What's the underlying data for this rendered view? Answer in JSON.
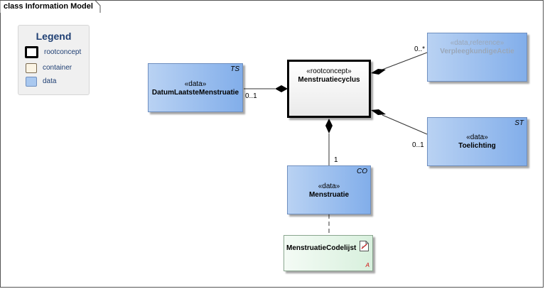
{
  "frame": {
    "title": "class Information Model"
  },
  "legend": {
    "title": "Legend",
    "items": [
      {
        "label": "rootconcept",
        "color": "#ffffff",
        "border": "#000000"
      },
      {
        "label": "container",
        "color": "#fbf4e4",
        "border": "#7a6a50"
      },
      {
        "label": "data",
        "color": "#a9c8ef",
        "border": "#6f8fbf"
      }
    ]
  },
  "classes": {
    "root": {
      "stereotype": "«rootconcept»",
      "name": "Menstruatiecyclus"
    },
    "datum": {
      "tag": "TS",
      "stereotype": "«data»",
      "name": "DatumLaatsteMenstruatie"
    },
    "verpleeg": {
      "stereotype": "«data,reference»",
      "name": "VerpleegkundigeActie"
    },
    "toelichting": {
      "tag": "ST",
      "stereotype": "«data»",
      "name": "Toelichting"
    },
    "menstruatie": {
      "tag": "CO",
      "stereotype": "«data»",
      "name": "Menstruatie"
    },
    "codelijst": {
      "name": "MenstruatieCodelijst",
      "abstract": "A"
    }
  },
  "multiplicities": {
    "datum": "0..1",
    "verpleeg": "0..*",
    "toelichting": "0..1",
    "menstruatie": "1"
  },
  "colors": {
    "data_fill": "#a9c8ef",
    "reference_text": "#9aa7b8",
    "codelist_fill": "#e6f5e9",
    "abstract_marker": "#d00000"
  }
}
